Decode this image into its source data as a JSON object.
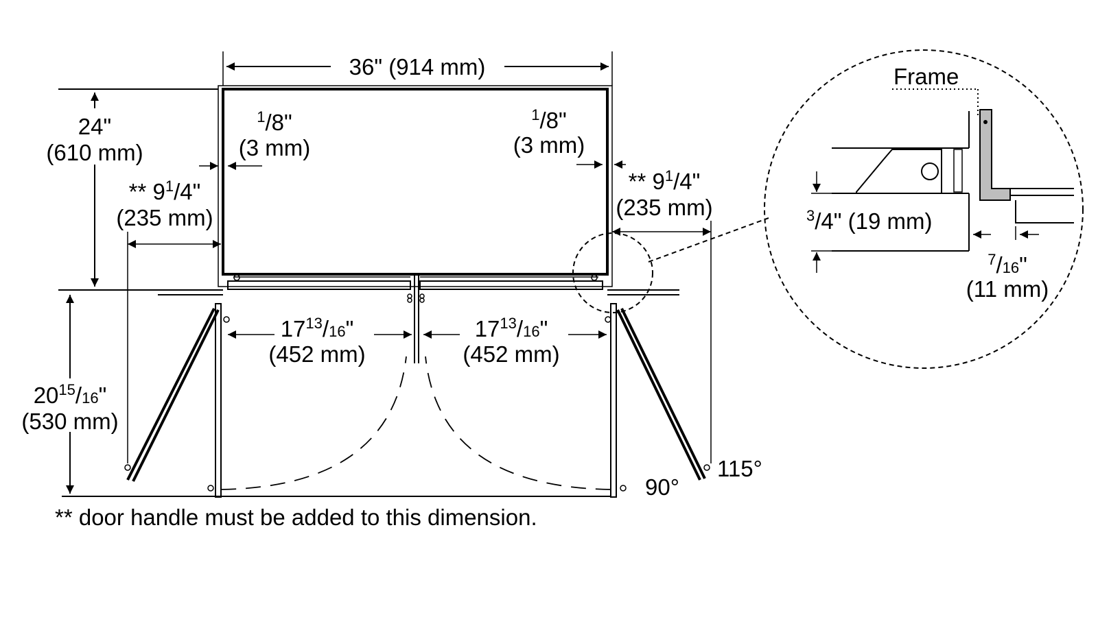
{
  "overall_width": {
    "in": "36\"",
    "mm": "(914 mm)"
  },
  "depth": {
    "in": "24\"",
    "mm": "(610 mm)"
  },
  "gap_left": {
    "num": "1",
    "den": "8",
    "unit": "\"",
    "mm": "(3 mm)"
  },
  "gap_right": {
    "num": "1",
    "den": "8",
    "unit": "\"",
    "mm": "(3 mm)"
  },
  "handle_left": {
    "prefix": "** 9",
    "num": "1",
    "den": "4",
    "unit": "\"",
    "mm": "(235 mm)"
  },
  "handle_right": {
    "prefix": "** 9",
    "num": "1",
    "den": "4",
    "unit": "\"",
    "mm": "(235 mm)"
  },
  "door_left": {
    "whole": "17",
    "num": "13",
    "den": "16",
    "unit": "\"",
    "mm": "(452 mm)"
  },
  "door_right": {
    "whole": "17",
    "num": "13",
    "den": "16",
    "unit": "\"",
    "mm": "(452 mm)"
  },
  "swing_depth": {
    "whole": "20",
    "num": "15",
    "den": "16",
    "unit": "\"",
    "mm": "(530 mm)"
  },
  "angle_90": "90°",
  "angle_115": "115°",
  "detail": {
    "frame_label": "Frame",
    "thickness": {
      "num": "3",
      "den": "4",
      "rest": "\" (19 mm)"
    },
    "offset": {
      "num": "7",
      "den": "16",
      "unit": "\"",
      "mm": "(11 mm)"
    }
  },
  "footnote": "** door handle must be added to this dimension."
}
